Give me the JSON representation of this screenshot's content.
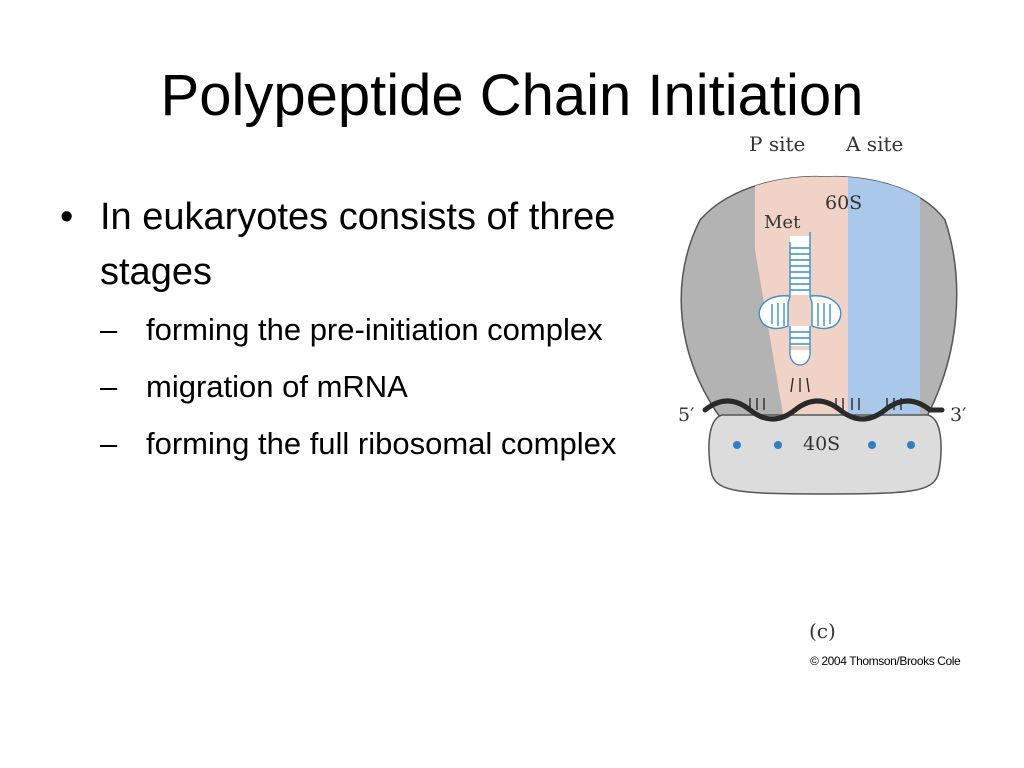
{
  "title": "Polypeptide Chain Initiation",
  "bullets": {
    "main": "In eukaryotes consists of three stages",
    "main_marker": "•",
    "sub_marker": "–",
    "sub": [
      "forming the pre-initiation complex",
      "migration of mRNA",
      "forming the full ribosomal complex"
    ]
  },
  "figure": {
    "p_site_label": "P site",
    "a_site_label": "A site",
    "large_subunit_label": "60S",
    "small_subunit_label": "40S",
    "trna_label": "Met",
    "five_prime_label": "5′",
    "three_prime_label": "3′",
    "panel_label": "(c)",
    "colors": {
      "subunit_gray": "#b3b3b4",
      "small_subunit_fill": "#dcdcdc",
      "p_site_pink": "#f1d2c6",
      "a_site_blue": "#a9c8ea",
      "trna_line_blue": "#3c8fcc",
      "dot_blue": "#2f7fc1",
      "mrna_dark": "#2a2a2a"
    },
    "icons": [
      "ribosome-diagram",
      "trna-cloverleaf-icon",
      "mrna-strand"
    ]
  },
  "copyright": "© 2004 Thomson/Brooks Cole"
}
